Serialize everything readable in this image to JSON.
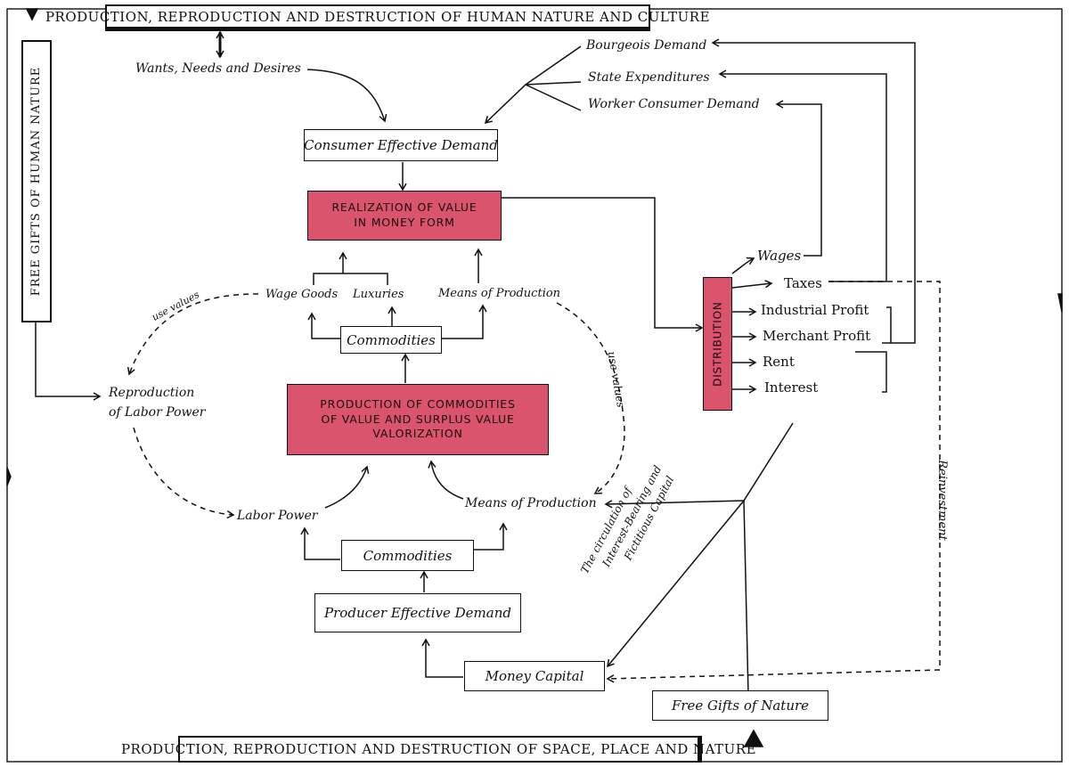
{
  "banners": {
    "top": "PRODUCTION, REPRODUCTION AND DESTRUCTION OF HUMAN NATURE AND CULTURE",
    "bottom": "PRODUCTION, REPRODUCTION AND DESTRUCTION OF SPACE, PLACE AND NATURE",
    "left": "FREE GIFTS OF HUMAN NATURE"
  },
  "nodes": {
    "wants": "Wants, Needs and Desires",
    "bourgeois_demand": "Bourgeois Demand",
    "state_expenditures": "State Expenditures",
    "worker_demand": "Worker Consumer Demand",
    "consumer_demand": "Consumer Effective Demand",
    "realization_line1": "REALIZATION OF VALUE",
    "realization_line2": "IN MONEY FORM",
    "wage_goods": "Wage Goods",
    "luxuries": "Luxuries",
    "means_top": "Means of Production",
    "use_values_left": "use values",
    "use_values_right": "use values",
    "commodities_top": "Commodities",
    "production_line1": "PRODUCTION OF COMMODITIES",
    "production_line2": "OF VALUE AND SURPLUS VALUE",
    "production_line3": "VALORIZATION",
    "reproduction_line1": "Reproduction",
    "reproduction_line2": "of Labor Power",
    "labor_power": "Labor Power",
    "means_bottom": "Means of Production",
    "commodities_bottom": "Commodities",
    "producer_demand": "Producer Effective Demand",
    "money_capital": "Money Capital",
    "free_gifts_nature": "Free Gifts of Nature",
    "distribution": "DISTRIBUTION",
    "wages": "Wages",
    "taxes": "Taxes",
    "industrial_profit": "Industrial Profit",
    "merchant_profit": "Merchant Profit",
    "rent": "Rent",
    "interest": "Interest",
    "reinvestment": "Reinvestment",
    "circulation_line1": "The circulation of",
    "circulation_line2": "Interest-Bearing and",
    "circulation_line3": "Fictitious Capital"
  },
  "colors": {
    "ink": "#111111",
    "red_fill": "#d9546c",
    "paper": "#ffffff"
  }
}
